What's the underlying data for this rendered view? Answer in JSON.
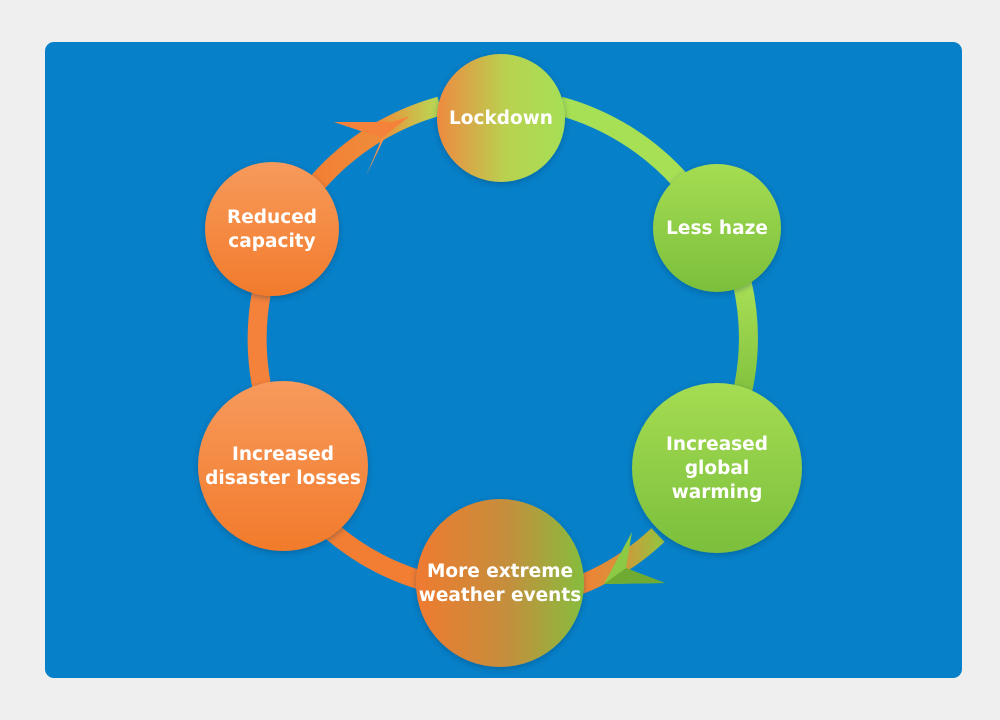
{
  "colors": {
    "page_background": "#efefef",
    "panel_background": "#0680c8",
    "orange": "#f5823a",
    "green": "#7fc53e",
    "light_green": "#a9df55",
    "text": "#ffffff"
  },
  "nodes": [
    {
      "id": "lockdown",
      "label_lines": [
        "Lockdown"
      ],
      "fill": "grad-lockdown"
    },
    {
      "id": "less-haze",
      "label_lines": [
        "Less haze"
      ],
      "fill": "grad-green"
    },
    {
      "id": "increased-global-warming",
      "label_lines": [
        "Increased",
        "global",
        "warming"
      ],
      "fill": "grad-green"
    },
    {
      "id": "more-extreme-weather",
      "label_lines": [
        "More extreme",
        "weather events"
      ],
      "fill": "grad-weather"
    },
    {
      "id": "increased-disaster-losses",
      "label_lines": [
        "Increased",
        "disaster losses"
      ],
      "fill": "grad-orange"
    },
    {
      "id": "reduced-capacity",
      "label_lines": [
        "Reduced",
        "capacity"
      ],
      "fill": "grad-orange"
    }
  ],
  "cycle": {
    "direction": "clockwise",
    "arrows": [
      {
        "name": "arrow-to-lockdown-icon",
        "color": "orange"
      },
      {
        "name": "arrow-to-weather-icon",
        "color": "green"
      }
    ]
  }
}
